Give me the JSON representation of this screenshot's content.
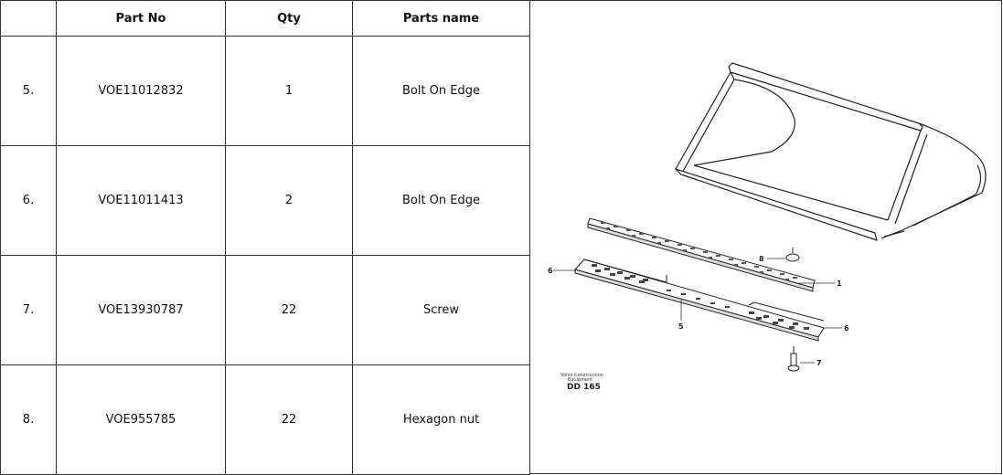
{
  "table": {
    "headers": {
      "index": "",
      "part_no": "Part No",
      "qty": "Qty",
      "name": "Parts name"
    },
    "rows": [
      {
        "index": "5.",
        "part_no": "VOE11012832",
        "qty": "1",
        "name": "Bolt On Edge"
      },
      {
        "index": "6.",
        "part_no": "VOE11011413",
        "qty": "2",
        "name": "Bolt On Edge"
      },
      {
        "index": "7.",
        "part_no": "VOE13930787",
        "qty": "22",
        "name": "Screw"
      },
      {
        "index": "8.",
        "part_no": "VOE955785",
        "qty": "22",
        "name": "Hexagon nut"
      }
    ]
  },
  "diagram": {
    "callouts": {
      "c1": "1",
      "c5": "5",
      "c6a": "6",
      "c6b": "6",
      "c7": "7",
      "c8": "8"
    },
    "caption_line1": "Volvo Construction",
    "caption_line2": "Equipment",
    "caption_code": "DD 165"
  }
}
